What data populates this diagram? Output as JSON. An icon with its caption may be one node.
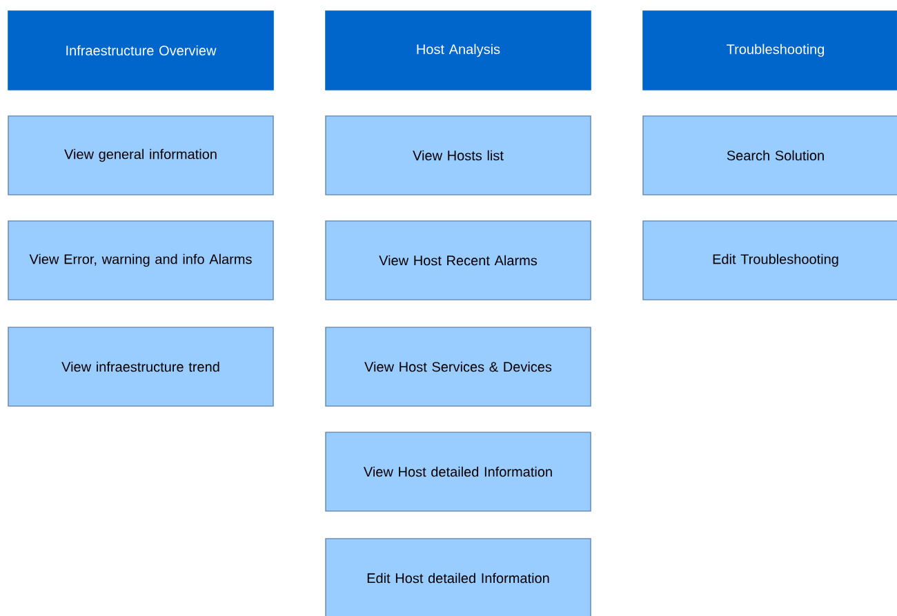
{
  "diagram": {
    "nodes": [
      {
        "text": [
          "Infraestructure Overview"
        ]
      },
      {
        "text": [
          "Host Analysis"
        ]
      },
      {
        "text": [
          "Troubleshooting"
        ]
      },
      {
        "text": [
          "View general information"
        ]
      },
      {
        "text": [
          "View Hosts list"
        ]
      },
      {
        "text": [
          "Search Solution"
        ]
      },
      {
        "text": [
          "View Error, warning and info Alarms"
        ]
      },
      {
        "text": [
          "View Host Recent Alarms"
        ]
      },
      {
        "text": [
          "Edit Troubleshooting"
        ]
      },
      {
        "text": [
          "View infraestructure trend"
        ]
      },
      {
        "text": [
          "View Host Services & Devices"
        ]
      },
      {
        "text": [
          "View Host detailed Information"
        ]
      },
      {
        "text": [
          "Edit Host detailed Information"
        ]
      }
    ]
  }
}
